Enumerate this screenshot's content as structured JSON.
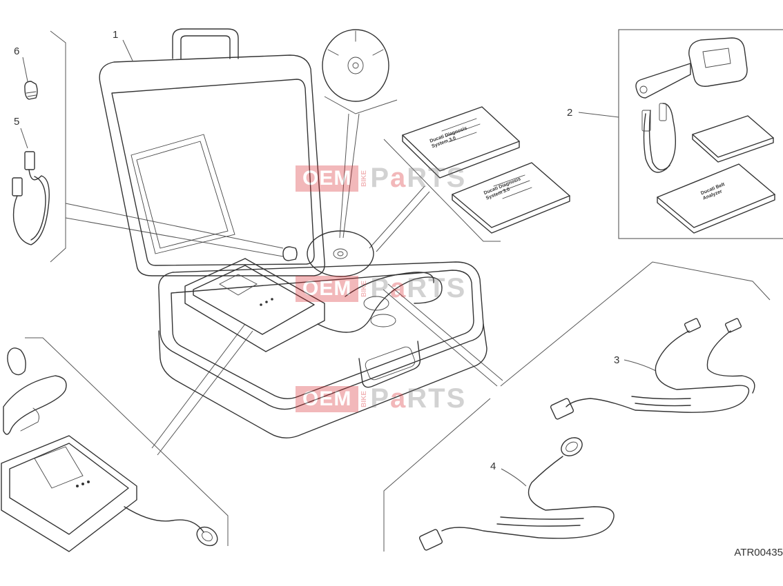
{
  "callouts": {
    "c1": "1",
    "c2": "2",
    "c3": "3",
    "c4": "4",
    "c5": "5",
    "c6": "6"
  },
  "reference_code": "ATR00435",
  "watermark": {
    "left": "OEM",
    "middle": "BIKE",
    "right_p": "P",
    "right_a": "a",
    "right_rest": "RTS"
  },
  "manuals": {
    "manual_1_title": "Ducati Diagnosis System 3.0",
    "manual_2_title": "Ducati Diagnosis System 3.0",
    "booklet_title": "Ducati Belt Analyzer"
  },
  "colors": {
    "line": "#333333",
    "watermark_red": "#d8262b",
    "watermark_grey": "#777777"
  }
}
